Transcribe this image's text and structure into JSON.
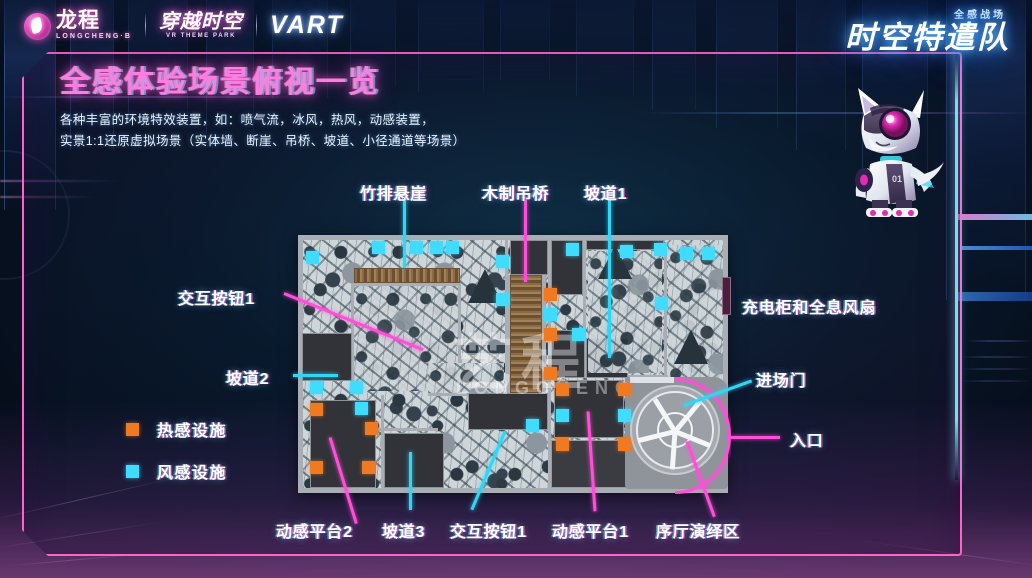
{
  "brand": {
    "logo1_cn": "龙程",
    "logo1_en": "LONGCHENG·B",
    "logo2_cn": "穿越时空",
    "logo2_en": "VR THEME PARK",
    "logo3": "VART"
  },
  "series": {
    "small": "全感战场",
    "big": "时空特遣队"
  },
  "headline": {
    "title": "全感体验场景俯视一览",
    "sub_line1": "各种丰富的环境特效装置，如：喷气流，冰风，热风，动感装置，",
    "sub_line2": "实景1:1还原虚拟场景（实体墙、断崖、吊桥、坡道、小径通道等场景）"
  },
  "legend": {
    "items": [
      {
        "label": "热感设施",
        "color": "#f07a22",
        "swatch": "orange-swatch"
      },
      {
        "label": "风感设施",
        "color": "#3fdcff",
        "swatch": "cyan-swatch"
      }
    ]
  },
  "map_labels": {
    "top": [
      {
        "id": "bamboo-cliff",
        "text": "竹排悬崖",
        "line": "cyan"
      },
      {
        "id": "wooden-bridge",
        "text": "木制吊桥",
        "line": "magenta"
      },
      {
        "id": "ramp-1",
        "text": "坡道1",
        "line": "cyan"
      }
    ],
    "left": [
      {
        "id": "interact-button-1-left",
        "text": "交互按钮1",
        "line": "magenta"
      },
      {
        "id": "ramp-2",
        "text": "坡道2",
        "line": "cyan"
      }
    ],
    "right": [
      {
        "id": "charging-cabinet-holo-fan",
        "text": "充电柜和全息风扇",
        "line": "none"
      },
      {
        "id": "entry-door",
        "text": "进场门",
        "line": "cyan"
      },
      {
        "id": "entrance",
        "text": "入口",
        "line": "magenta"
      }
    ],
    "bottom": [
      {
        "id": "motion-platform-2",
        "text": "动感平台2",
        "line": "magenta"
      },
      {
        "id": "ramp-3",
        "text": "坡道3",
        "line": "cyan"
      },
      {
        "id": "interact-button-1",
        "text": "交互按钮1",
        "line": "cyan"
      },
      {
        "id": "motion-platform-1",
        "text": "动感平台1",
        "line": "magenta"
      },
      {
        "id": "lobby-show-area",
        "text": "序厅演绎区",
        "line": "magenta"
      }
    ]
  },
  "map": {
    "watermark_cn": "艺程",
    "watermark_en": "LONGCHENG",
    "heat_marker_count": 11,
    "wind_marker_count": 21
  },
  "colors": {
    "frame_pink": "#ff63c8",
    "title_pink": "#ff7ce0",
    "accent_cyan": "#3fdcff",
    "accent_orange": "#f07a22",
    "leader_magenta": "#ff4fd8",
    "series_blue": "#5fb9ff"
  }
}
